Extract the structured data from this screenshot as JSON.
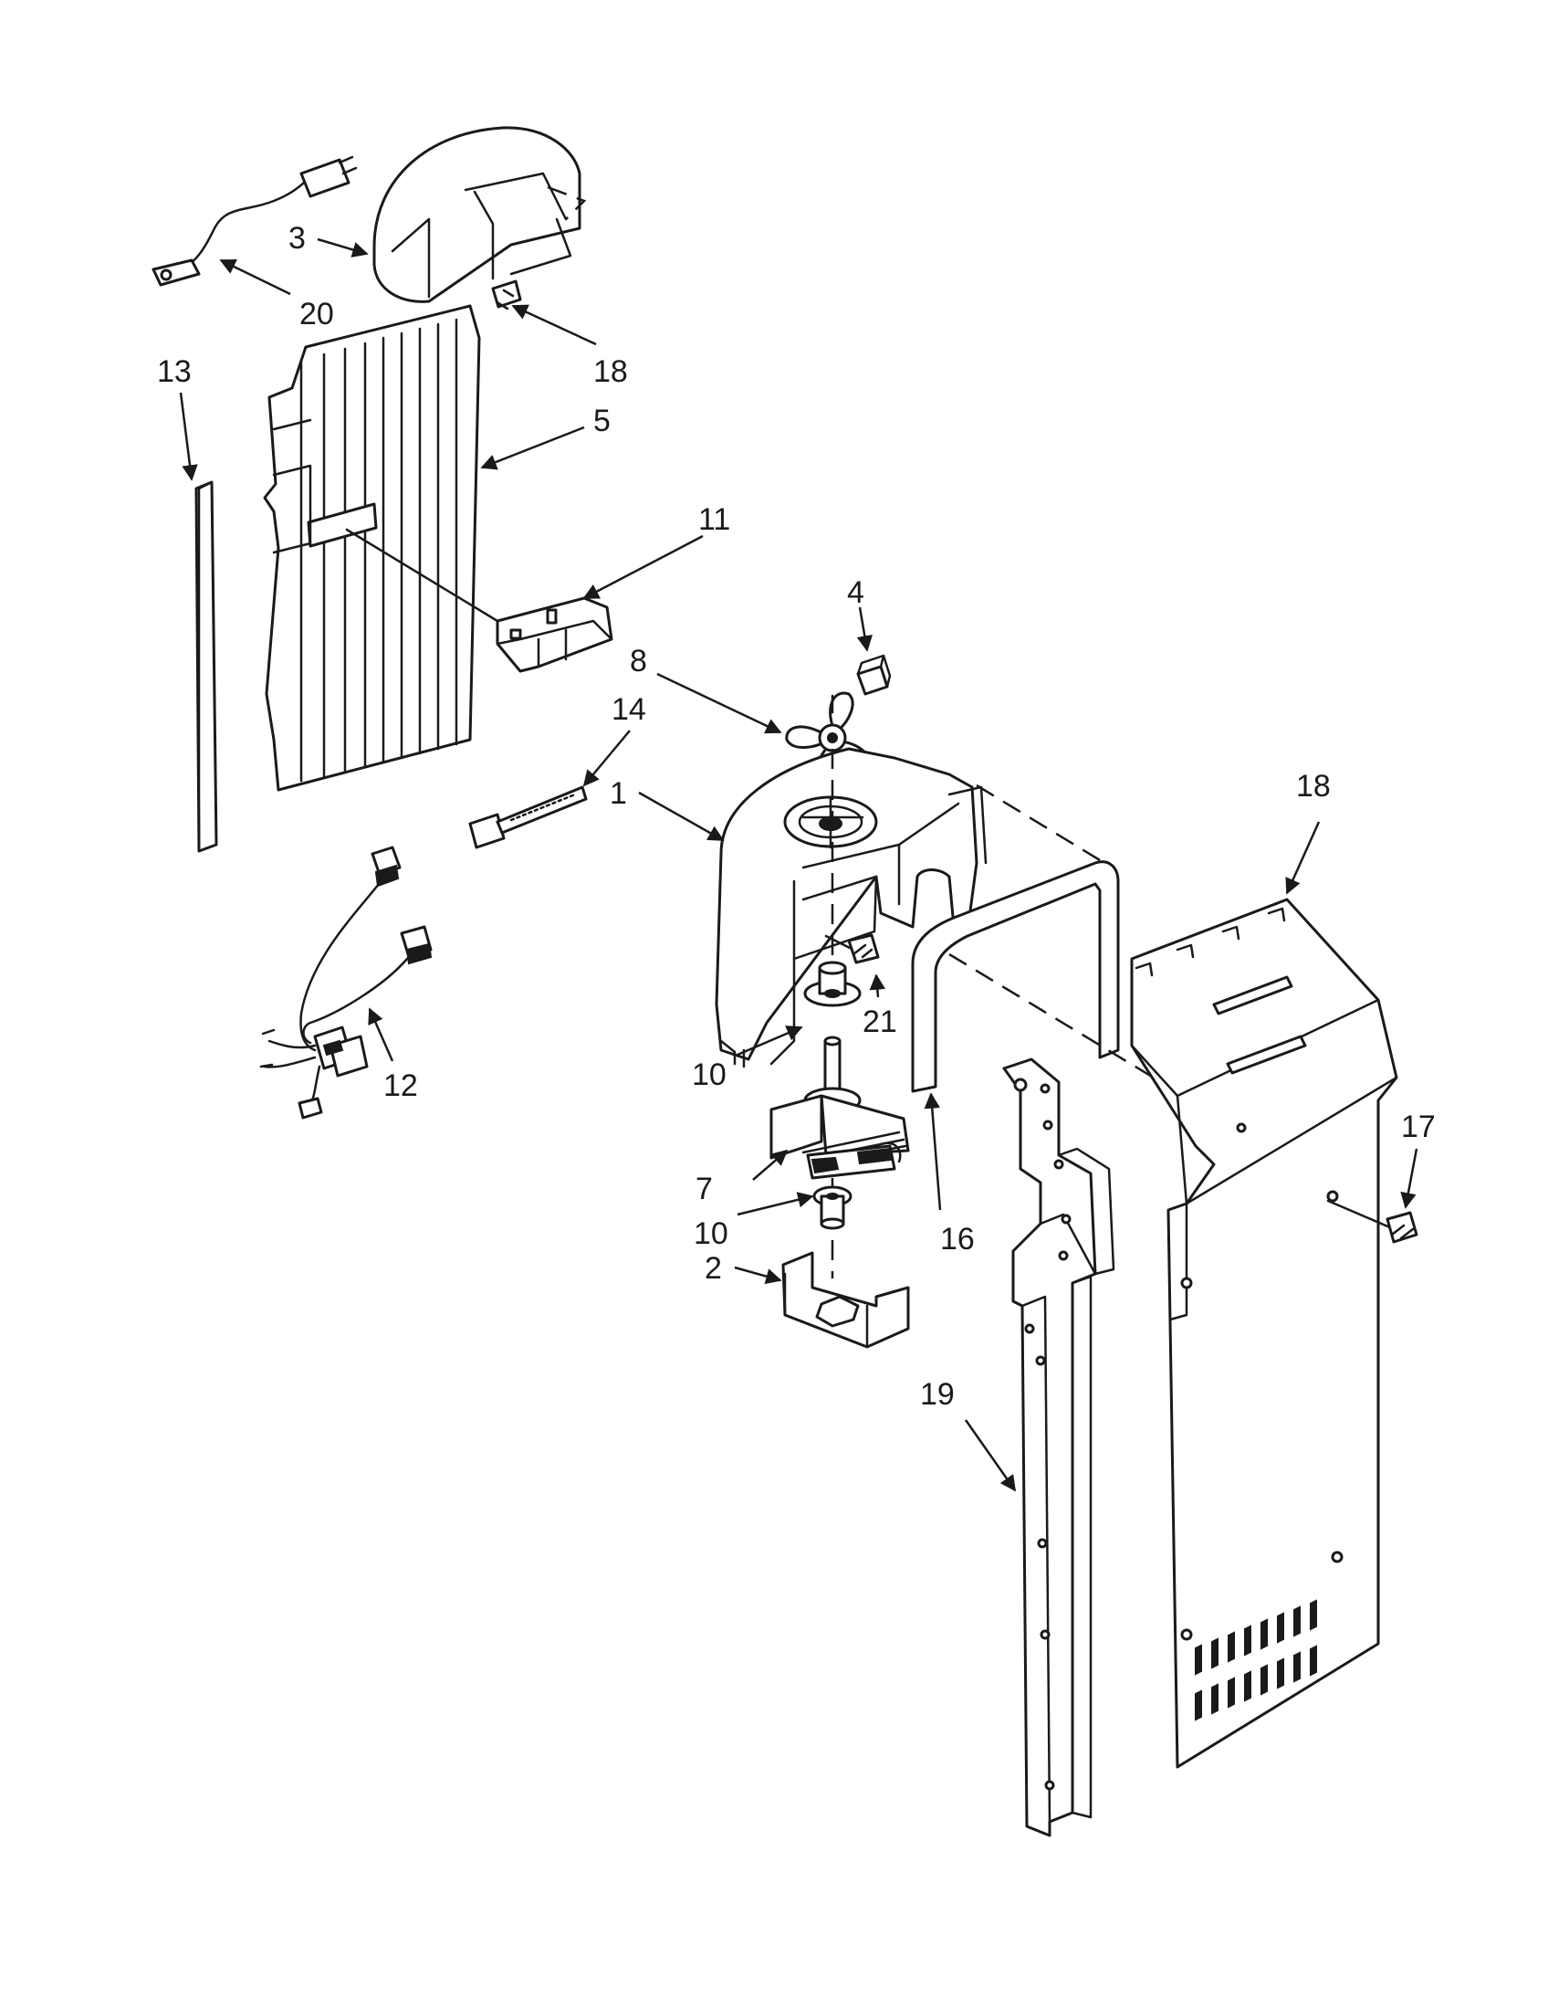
{
  "callouts": [
    {
      "id": "c1",
      "label": "1"
    },
    {
      "id": "c2",
      "label": "2"
    },
    {
      "id": "c3",
      "label": "3"
    },
    {
      "id": "c4",
      "label": "4"
    },
    {
      "id": "c5",
      "label": "5"
    },
    {
      "id": "c7",
      "label": "7"
    },
    {
      "id": "c8",
      "label": "8"
    },
    {
      "id": "c10a",
      "label": "10"
    },
    {
      "id": "c10b",
      "label": "10"
    },
    {
      "id": "c11",
      "label": "11"
    },
    {
      "id": "c12",
      "label": "12"
    },
    {
      "id": "c13",
      "label": "13"
    },
    {
      "id": "c14",
      "label": "14"
    },
    {
      "id": "c16",
      "label": "16"
    },
    {
      "id": "c17",
      "label": "17"
    },
    {
      "id": "c18a",
      "label": "18"
    },
    {
      "id": "c18b",
      "label": "18"
    },
    {
      "id": "c19",
      "label": "19"
    },
    {
      "id": "c20",
      "label": "20"
    },
    {
      "id": "c21",
      "label": "21"
    }
  ]
}
